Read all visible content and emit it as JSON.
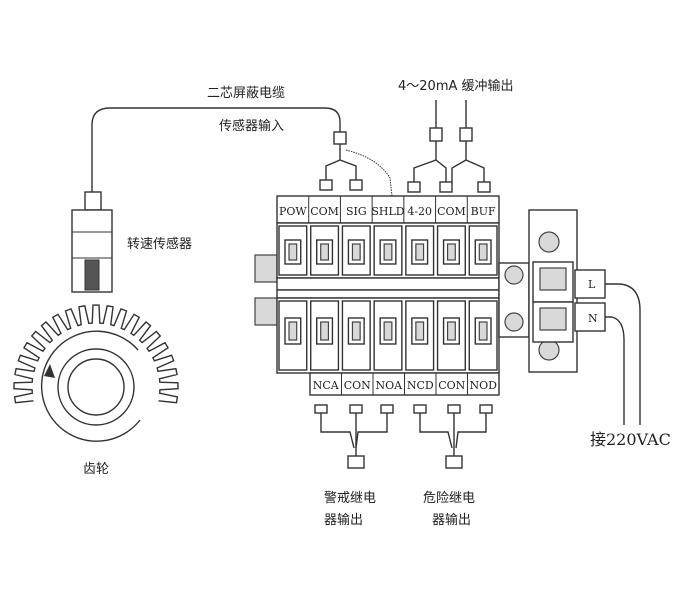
{
  "labels": {
    "cable_line1": "二芯屏蔽电缆",
    "cable_line2": "传感器输入",
    "output_4_20": "4～20mA 缓冲输出",
    "speed_sensor": "转速传感器",
    "gear": "齿轮",
    "power_input": "接220VAC",
    "alarm_relay_line1": "警戒继电",
    "alarm_relay_line2": "器输出",
    "danger_relay_line1": "危险继电",
    "danger_relay_line2": "器输出",
    "power_L": "L",
    "power_N": "N"
  },
  "top_terminals": [
    "POW",
    "COM",
    "SIG",
    "SHLD",
    "4-20",
    "COM",
    "BUF"
  ],
  "bottom_terminals": [
    "NCA",
    "CON",
    "NOA",
    "NCD",
    "CON",
    "NOD"
  ]
}
